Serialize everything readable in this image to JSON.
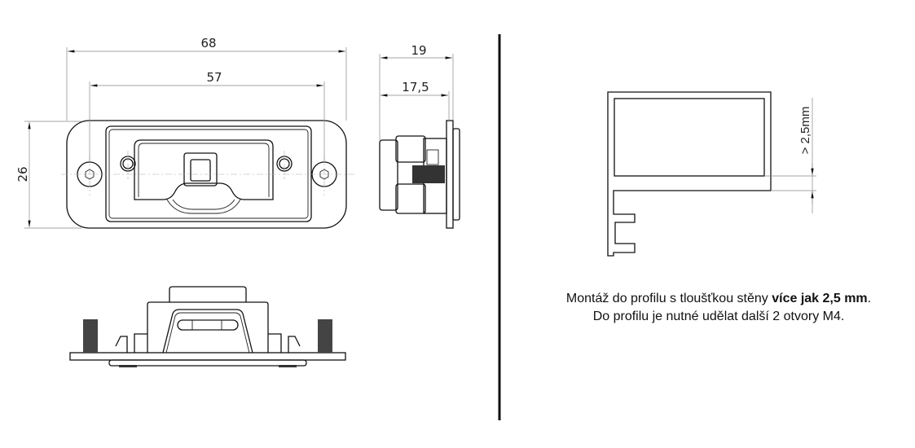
{
  "dimensions": {
    "overall_width": "68",
    "hole_spacing": "57",
    "height": "26",
    "depth_total": "19",
    "depth_body": "17,5",
    "wall_thickness": "> 2,5mm"
  },
  "note": {
    "line1_prefix": "Montáž do profilu s tloušťkou stěny ",
    "line1_bold": "více jak 2,5 mm",
    "line1_suffix": ".",
    "line2": "Do profilu je nutné udělat další 2 otvory M4."
  }
}
